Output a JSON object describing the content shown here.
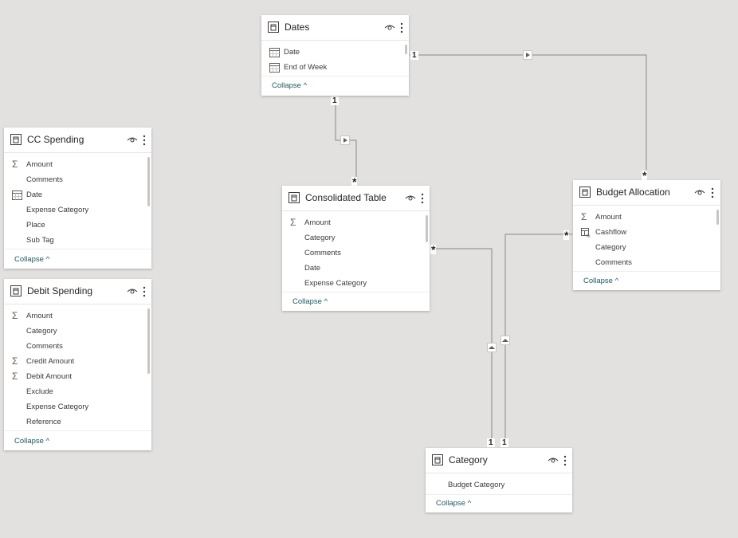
{
  "tables": {
    "dates": {
      "title": "Dates",
      "fields": [
        "Date",
        "End of Week"
      ],
      "collapse": "Collapse"
    },
    "cc_spending": {
      "title": "CC Spending",
      "fields": [
        "Amount",
        "Comments",
        "Date",
        "Expense Category",
        "Place",
        "Sub Tag"
      ],
      "collapse": "Collapse"
    },
    "debit_spending": {
      "title": "Debit Spending",
      "fields": [
        "Amount",
        "Category",
        "Comments",
        "Credit Amount",
        "Debit Amount",
        "Exclude",
        "Expense Category",
        "Reference"
      ],
      "collapse": "Collapse"
    },
    "consolidated": {
      "title": "Consolidated Table",
      "fields": [
        "Amount",
        "Category",
        "Comments",
        "Date",
        "Expense Category"
      ],
      "collapse": "Collapse"
    },
    "budget_allocation": {
      "title": "Budget Allocation",
      "fields": [
        "Amount",
        "Cashflow",
        "Category",
        "Comments"
      ],
      "collapse": "Collapse"
    },
    "category": {
      "title": "Category",
      "fields": [
        "Budget Category"
      ],
      "collapse": "Collapse"
    }
  },
  "relationships": {
    "one": "1",
    "many": "*"
  },
  "colors": {
    "canvas": "#e2e1df",
    "line": "#8a8886",
    "accent": "#215a61"
  },
  "icons": [
    "table-icon",
    "eye-icon",
    "more-icon",
    "sigma-icon",
    "calendar-icon",
    "calculated-column-icon",
    "chevron-up-icon",
    "filter-direction-arrow-icon"
  ]
}
